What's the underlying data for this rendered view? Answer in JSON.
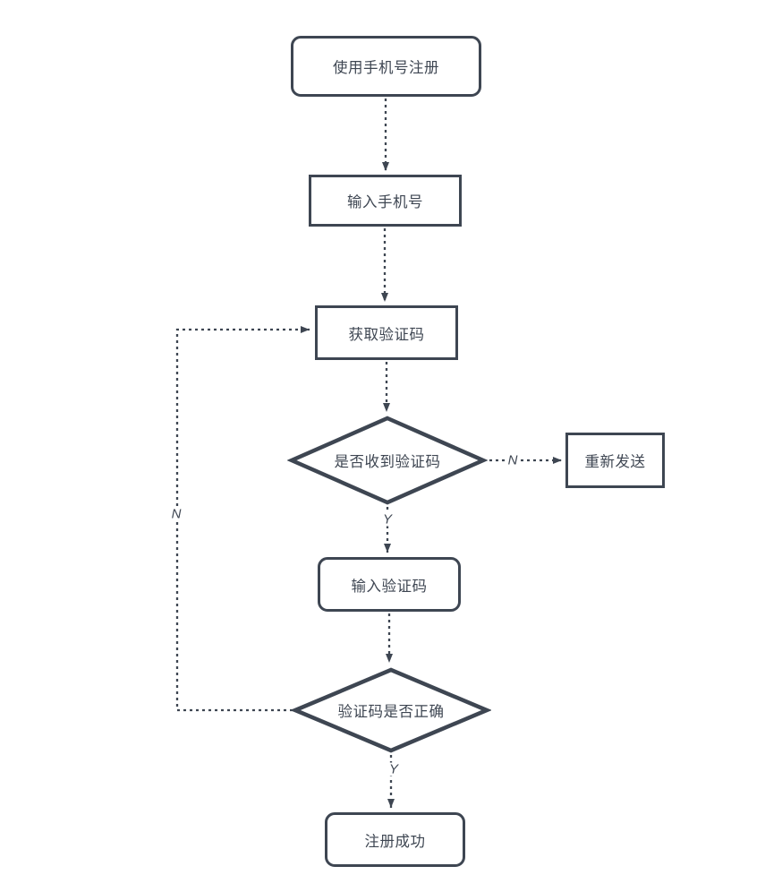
{
  "diagram": {
    "type": "flowchart",
    "background_color": "#ffffff",
    "stroke_color": "#3e4652",
    "text_color": "#3e4652"
  },
  "nodes": {
    "start": {
      "label": "使用手机号注册",
      "shape": "rounded-rectangle"
    },
    "enter_phone": {
      "label": "输入手机号",
      "shape": "rectangle"
    },
    "get_code": {
      "label": "获取验证码",
      "shape": "rectangle"
    },
    "received_code": {
      "label": "是否收到验证码",
      "shape": "diamond"
    },
    "resend": {
      "label": "重新发送",
      "shape": "rectangle"
    },
    "enter_code": {
      "label": "输入验证码",
      "shape": "rounded-rectangle"
    },
    "code_correct": {
      "label": "验证码是否正确",
      "shape": "diamond"
    },
    "success": {
      "label": "注册成功",
      "shape": "rounded-rectangle"
    }
  },
  "edge_labels": {
    "received_no": "N",
    "received_yes": "Y",
    "correct_no": "N",
    "correct_yes": "Y"
  }
}
